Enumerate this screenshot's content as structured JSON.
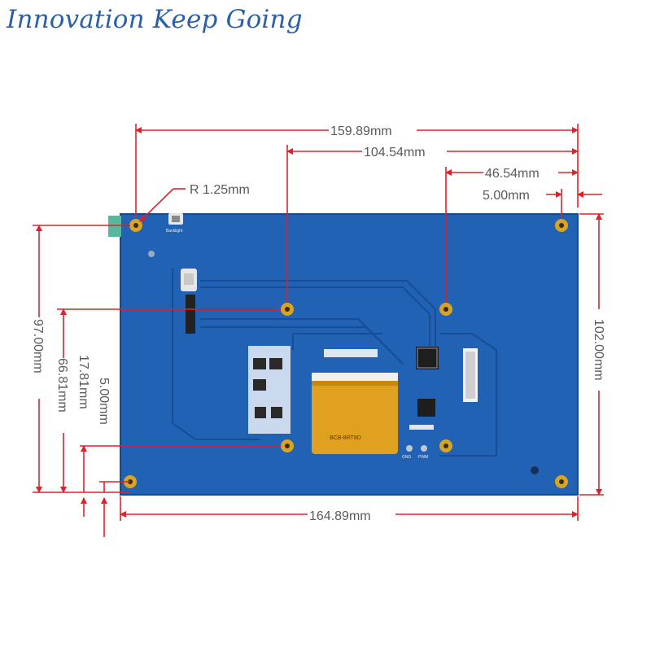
{
  "header": {
    "slogan": "Innovation Keep Going"
  },
  "dimensions": {
    "top_total": "159.89mm",
    "top_mid": "104.54mm",
    "top_right": "46.54mm",
    "top_edge": "5.00mm",
    "radius": "R 1.25mm",
    "right_height": "102.00mm",
    "left_outer": "97.00mm",
    "left_mid": "66.81mm",
    "left_inner": "17.81mm",
    "left_edge": "5.00mm",
    "bottom_total": "164.89mm"
  },
  "board_labels": {
    "backlight": "Backlight",
    "gnd": "GND",
    "pwm": "PWM",
    "fpc": "BCB-8RT8D"
  },
  "colors": {
    "board": "#1f5fb0",
    "dimension_line": "#e0202a",
    "pad": "#d9a520",
    "slogan": "#2b5fa8"
  }
}
